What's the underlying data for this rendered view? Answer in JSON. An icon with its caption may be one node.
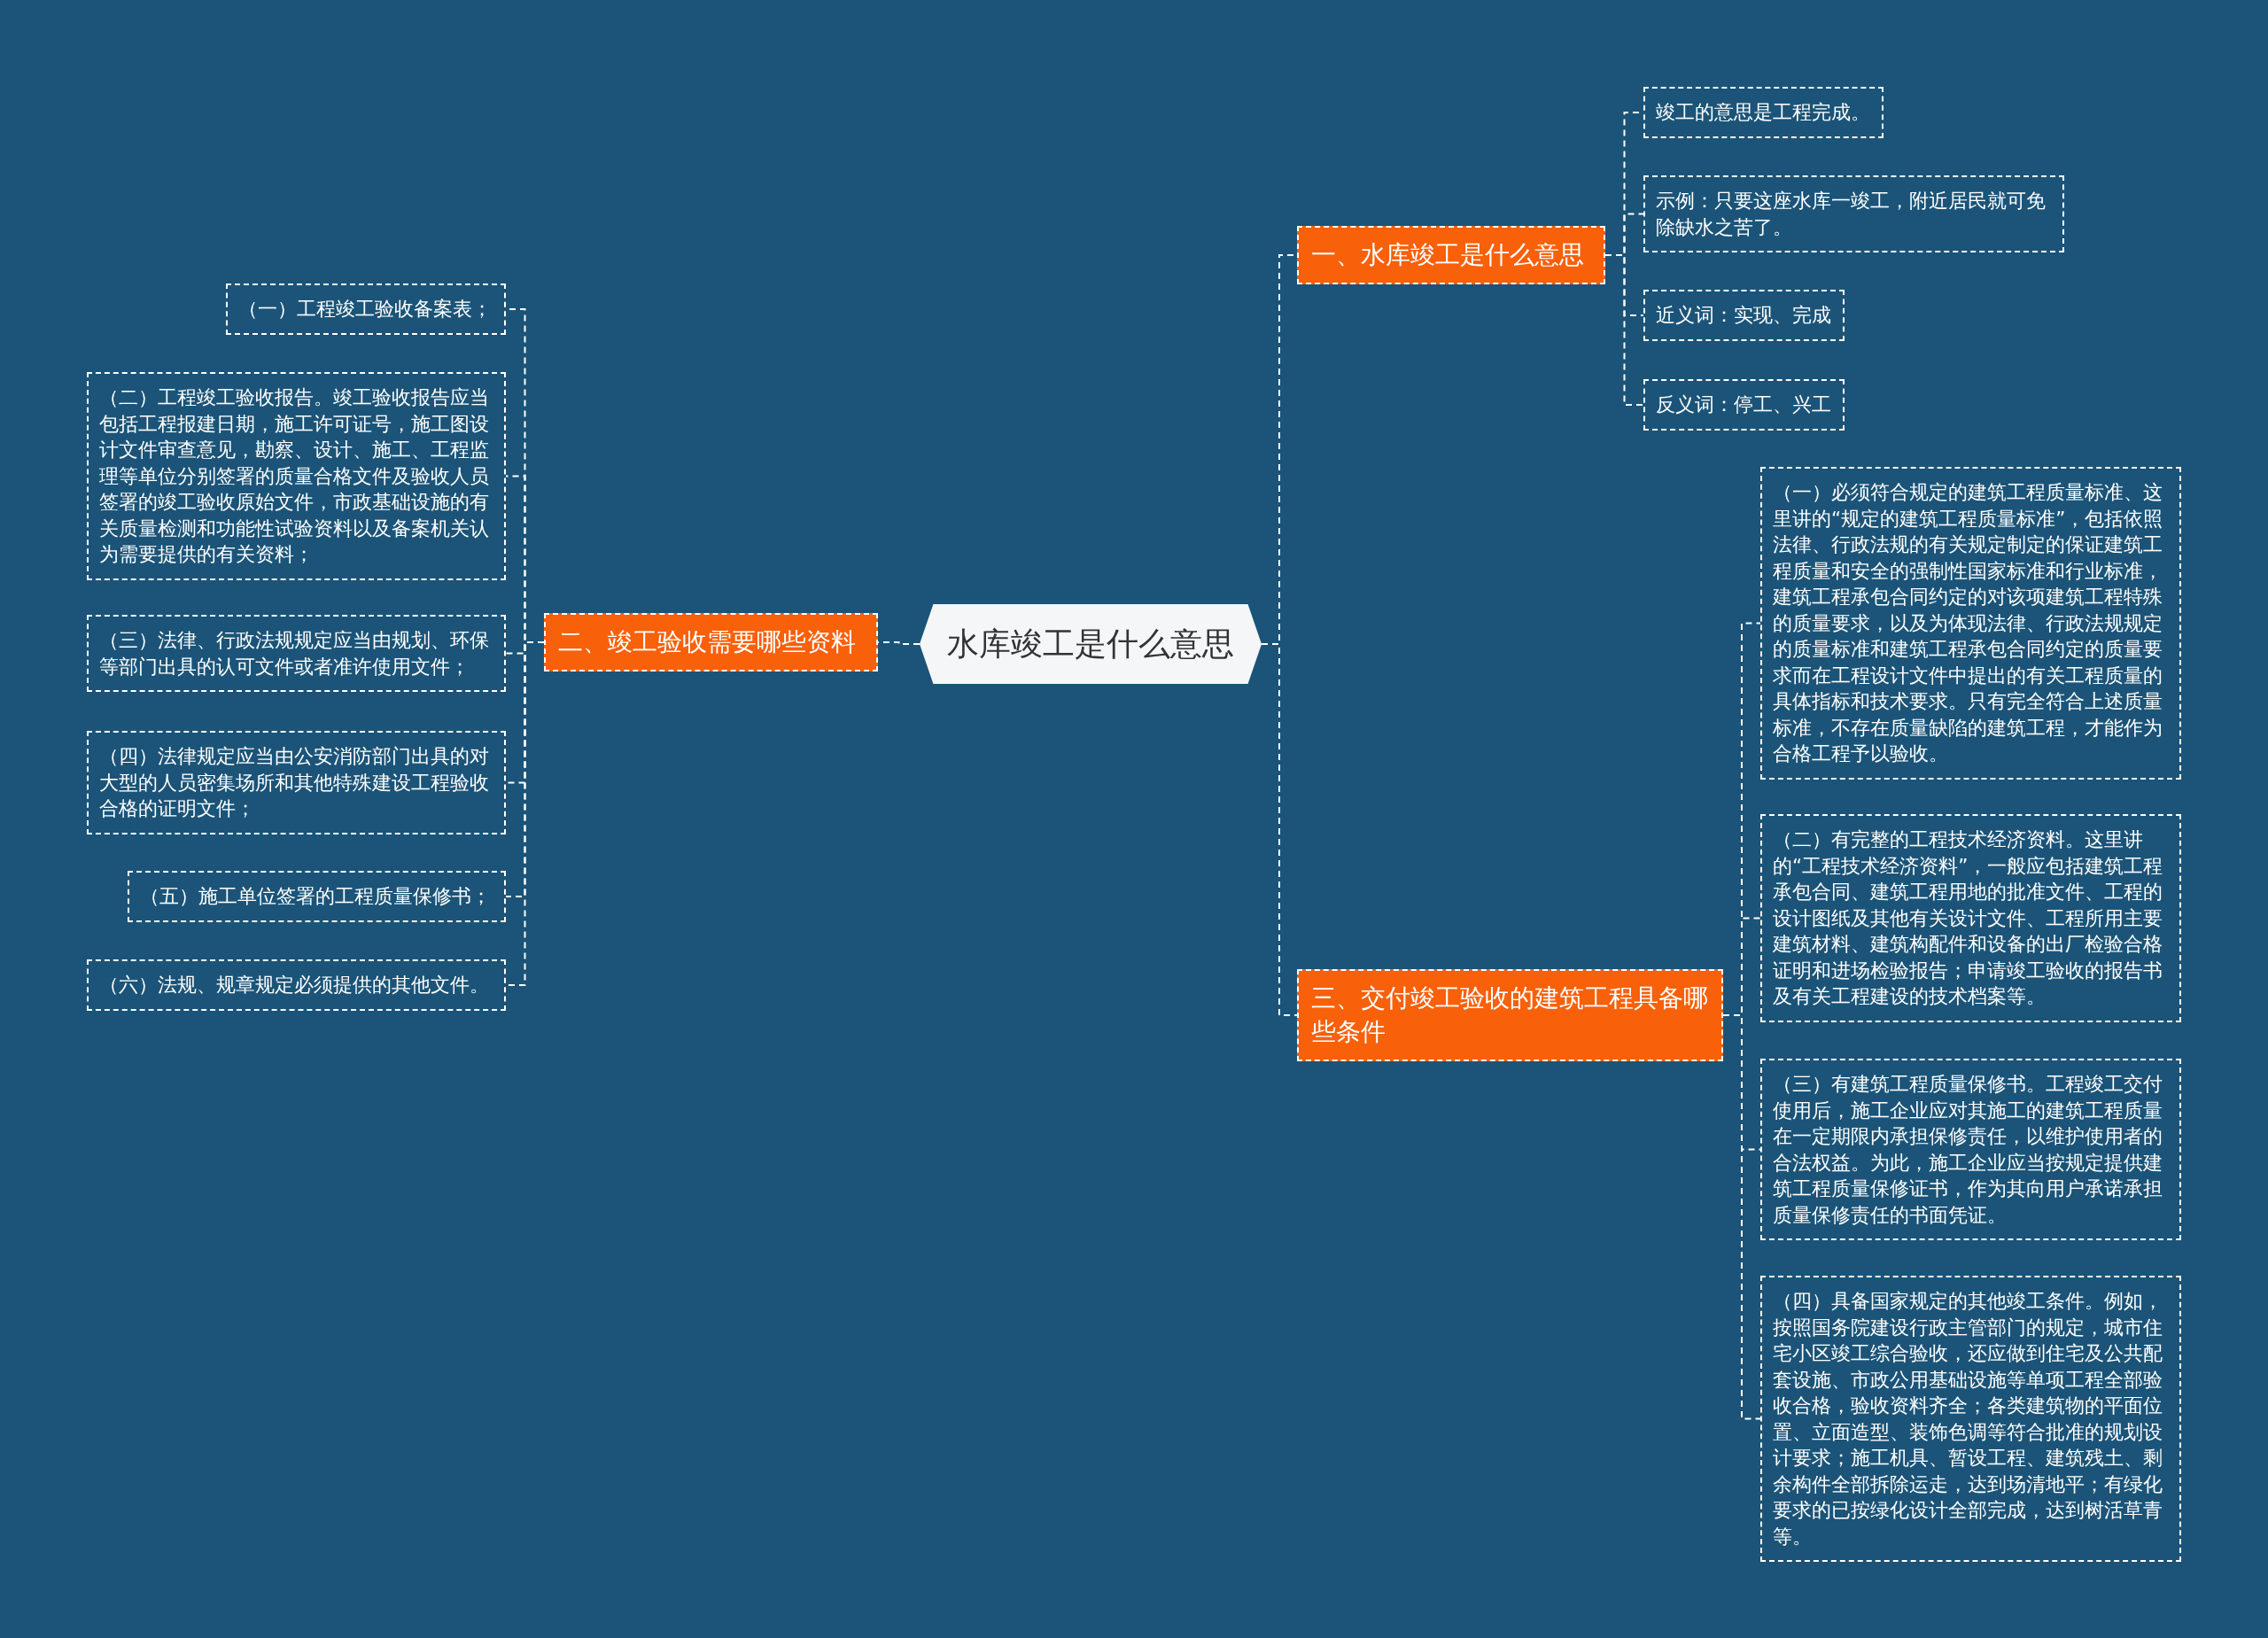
{
  "diagram": {
    "nodes": [
      {
        "text": [
          "水库竣工是什么意思"
        ]
      },
      {
        "text": [
          "一、水库竣工是什么意思"
        ]
      },
      {
        "text": [
          "竣工的意思是工程完成。"
        ]
      },
      {
        "text": [
          "示例：只要这座水库一竣工，附近居民就可免除缺水之苦了。"
        ]
      },
      {
        "text": [
          "近义词：实现、完成"
        ]
      },
      {
        "text": [
          "反义词：停工、兴工"
        ]
      },
      {
        "text": [
          "二、竣工验收需要哪些资料"
        ]
      },
      {
        "text": [
          "（一）工程竣工验收备案表；"
        ]
      },
      {
        "text": [
          "（二）工程竣工验收报告。竣工验收报告应当包括工程报建日期，施工许可证号，施工图设计文件审查意见，勘察、设计、施工、工程监理等单位分别签署的质量合格文件及验收人员签署的竣工验收原始文件，市政基础设施的有关质量检测和功能性试验资料以及备案机关认为需要提供的有关资料；"
        ]
      },
      {
        "text": [
          "（三）法律、行政法规规定应当由规划、环保等部门出具的认可文件或者准许使用文件；"
        ]
      },
      {
        "text": [
          "（四）法律规定应当由公安消防部门出具的对大型的人员密集场所和其他特殊建设工程验收合格的证明文件；"
        ]
      },
      {
        "text": [
          "（五）施工单位签署的工程质量保修书；"
        ]
      },
      {
        "text": [
          "（六）法规、规章规定必须提供的其他文件。"
        ]
      },
      {
        "text": [
          "三、交付竣工验收的建筑工程具备哪些条件"
        ]
      },
      {
        "text": [
          "（一）必须符合规定的建筑工程质量标准、这里讲的“规定的建筑工程质量标准”，包括依照法律、行政法规的有关规定制定的保证建筑工程质量和安全的强制性国家标准和行业标准，建筑工程承包合同约定的对该项建筑工程特殊的质量要求，以及为体现法律、行政法规规定的质量标准和建筑工程承包合同约定的质量要求而在工程设计文件中提出的有关工程质量的具体指标和技术要求。只有完全符合上述质量标准，不存在质量缺陷的建筑工程，才能作为合格工程予以验收。"
        ]
      },
      {
        "text": [
          "（二）有完整的工程技术经济资料。这里讲的“工程技术经济资料”，一般应包括建筑工程承包合同、建筑工程用地的批准文件、工程的设计图纸及其他有关设计文件、工程所用主要建筑材料、建筑构配件和设备的出厂检验合格证明和进场检验报告；申请竣工验收的报告书及有关工程建设的技术档案等。"
        ]
      },
      {
        "text": [
          "（三）有建筑工程质量保修书。工程竣工交付使用后，施工企业应对其施工的建筑工程质量在一定期限内承担保修责任，以维护使用者的合法权益。为此，施工企业应当按规定提供建筑工程质量保修证书，作为其向用户承诺承担质量保修责任的书面凭证。"
        ]
      },
      {
        "text": [
          "（四）具备国家规定的其他竣工条件。例如，按照国务院建设行政主管部门的规定，城市住宅小区竣工综合验收，还应做到住宅及公共配套设施、市政公用基础设施等单项工程全部验收合格，验收资料齐全；各类建筑物的平面位置、立面造型、装饰色调等符合批准的规划设计要求；施工机具、暂设工程、建筑残土、剩余构件全部拆除运走，达到场清地平；有绿化要求的已按绿化设计全部完成，达到树活草青等。"
        ]
      }
    ],
    "edges": [
      {
        "from": 0,
        "to": 1,
        "arrow": "none"
      },
      {
        "from": 1,
        "to": 2,
        "arrow": "none"
      },
      {
        "from": 1,
        "to": 3,
        "arrow": "none"
      },
      {
        "from": 1,
        "to": 4,
        "arrow": "none"
      },
      {
        "from": 1,
        "to": 5,
        "arrow": "none"
      },
      {
        "from": 0,
        "to": 6,
        "arrow": "none"
      },
      {
        "from": 6,
        "to": 7,
        "arrow": "none"
      },
      {
        "from": 6,
        "to": 8,
        "arrow": "none"
      },
      {
        "from": 6,
        "to": 9,
        "arrow": "none"
      },
      {
        "from": 6,
        "to": 10,
        "arrow": "none"
      },
      {
        "from": 6,
        "to": 11,
        "arrow": "none"
      },
      {
        "from": 6,
        "to": 12,
        "arrow": "none"
      },
      {
        "from": 0,
        "to": 13,
        "arrow": "none"
      },
      {
        "from": 13,
        "to": 14,
        "arrow": "none"
      },
      {
        "from": 13,
        "to": 15,
        "arrow": "none"
      },
      {
        "from": 13,
        "to": 16,
        "arrow": "none"
      },
      {
        "from": 13,
        "to": 17,
        "arrow": "none"
      }
    ]
  }
}
